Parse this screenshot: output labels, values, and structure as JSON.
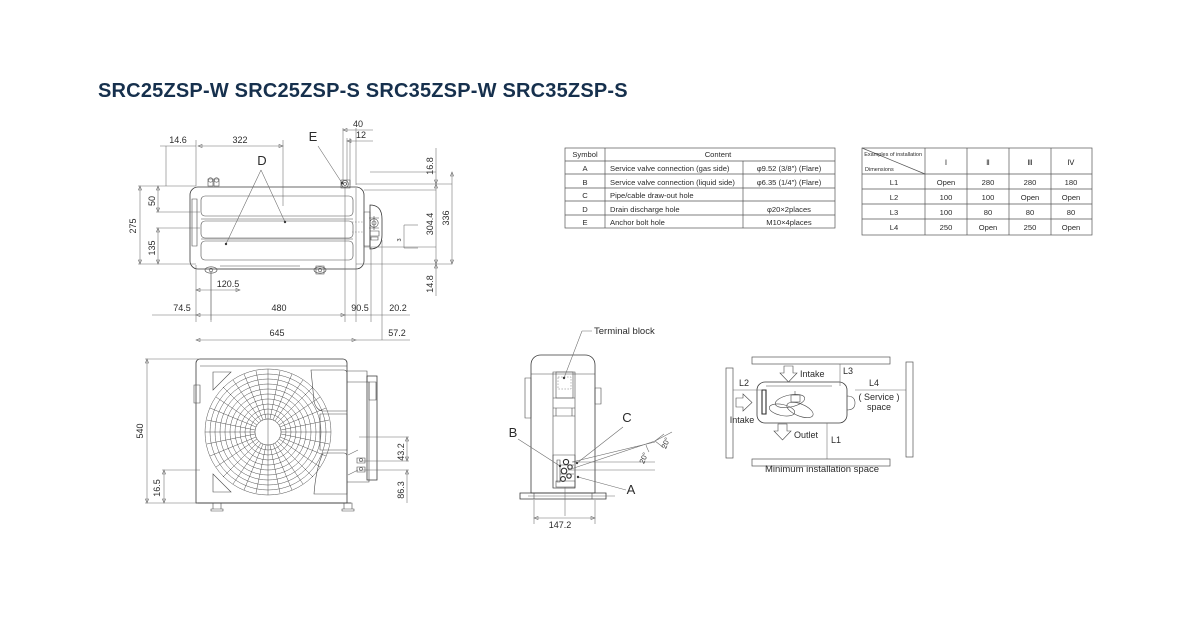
{
  "page": {
    "title": "SRC25ZSP-W  SRC25ZSP-S  SRC35ZSP-W  SRC35ZSP-S",
    "background": "#ffffff",
    "title_color": "#16304d"
  },
  "symbol_table": {
    "headers": [
      "Symbol",
      "Content",
      ""
    ],
    "rows": [
      {
        "symbol": "A",
        "content": "Service valve connection (gas side)",
        "spec": "φ9.52 (3/8″) (Flare)"
      },
      {
        "symbol": "B",
        "content": "Service valve connection (liquid side)",
        "spec": "φ6.35 (1/4″) (Flare)"
      },
      {
        "symbol": "C",
        "content": "Pipe/cable draw-out hole",
        "spec": ""
      },
      {
        "symbol": "D",
        "content": "Drain discharge hole",
        "spec": "φ20×2places"
      },
      {
        "symbol": "E",
        "content": "Anchor bolt hole",
        "spec": "M10×4places"
      }
    ]
  },
  "dimension_table": {
    "corner_top": "Examples of installation",
    "corner_bottom": "Dimensions",
    "columns": [
      "Ⅰ",
      "Ⅱ",
      "Ⅲ",
      "Ⅳ"
    ],
    "rows": [
      {
        "label": "L1",
        "values": [
          "Open",
          "280",
          "280",
          "180"
        ]
      },
      {
        "label": "L2",
        "values": [
          "100",
          "100",
          "Open",
          "Open"
        ]
      },
      {
        "label": "L3",
        "values": [
          "100",
          "80",
          "80",
          "80"
        ]
      },
      {
        "label": "L4",
        "values": [
          "250",
          "Open",
          "250",
          "Open"
        ]
      }
    ]
  },
  "top_view": {
    "name": "Top view (plan)",
    "dimensions": {
      "d_14_6": "14.6",
      "d_322": "322",
      "d_40": "40",
      "d_12": "12",
      "d_16_8": "16.8",
      "d_50": "50",
      "d_275": "275",
      "d_135": "135",
      "d_304_4": "304.4",
      "d_336": "336",
      "d_14_8": "14.8",
      "d_120_5": "120.5",
      "d_74_5": "74.5",
      "d_480": "480",
      "d_90_5": "90.5",
      "d_20_2": "20.2",
      "d_645": "645",
      "d_57_2": "57.2",
      "d_small": "3"
    },
    "callouts": {
      "d_label": "D",
      "e_label": "E"
    }
  },
  "front_view": {
    "name": "Front view",
    "dimensions": {
      "d_540": "540",
      "d_16_5": "16.5",
      "d_43_2": "43.2",
      "d_86_3": "86.3"
    }
  },
  "side_view": {
    "name": "Side view",
    "terminal_block_label": "Terminal block",
    "callouts": {
      "a": "A",
      "b": "B",
      "c": "C"
    },
    "angles": [
      "20°",
      "20°"
    ],
    "dimensions": {
      "d_147_2": "147.2"
    }
  },
  "install_space": {
    "caption": "Minimum installation space",
    "labels": {
      "l1": "L1",
      "l2": "L2",
      "l3": "L3",
      "l4": "L4",
      "service_space_1": "( Service )",
      "service_space_2": "space",
      "intake_top": "Intake",
      "intake_left": "Intake",
      "outlet": "Outlet"
    }
  }
}
